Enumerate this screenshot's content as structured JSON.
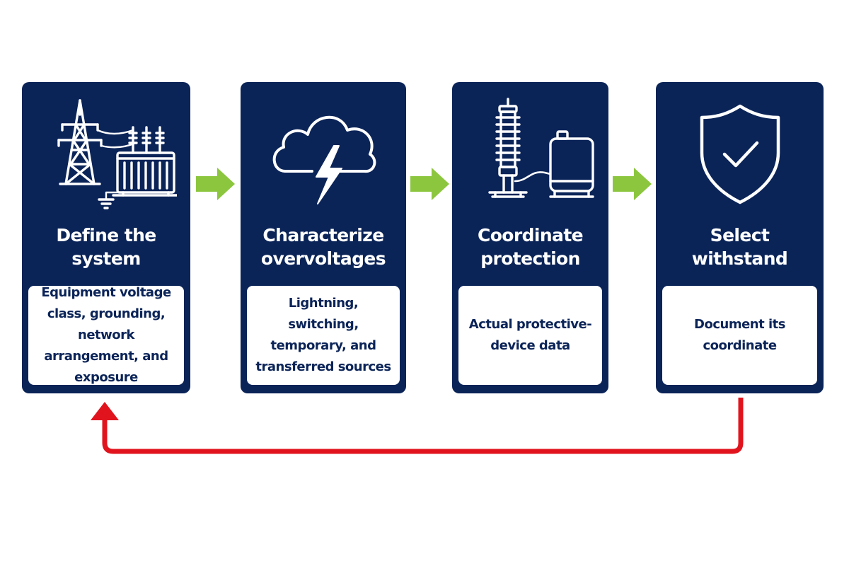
{
  "steps": [
    {
      "title": "Define the system",
      "description": "Equipment voltage class, grounding, network arrangement, and exposure",
      "icon": "transmission-tower-transformer-icon"
    },
    {
      "title": "Characterize overvoltages",
      "description": "Lightning, switching, temporary, and transferred sources",
      "icon": "storm-cloud-lightning-icon"
    },
    {
      "title": "Coordinate protection",
      "description": "Actual protective-device data",
      "icon": "surge-arrester-equipment-icon"
    },
    {
      "title": "Select withstand",
      "description": "Document its coordinate",
      "icon": "shield-check-icon"
    }
  ],
  "colors": {
    "panel": "#0b2458",
    "flow_arrow": "#8cc63f",
    "feedback_arrow": "#e1141e",
    "description_text": "#0b2458"
  }
}
